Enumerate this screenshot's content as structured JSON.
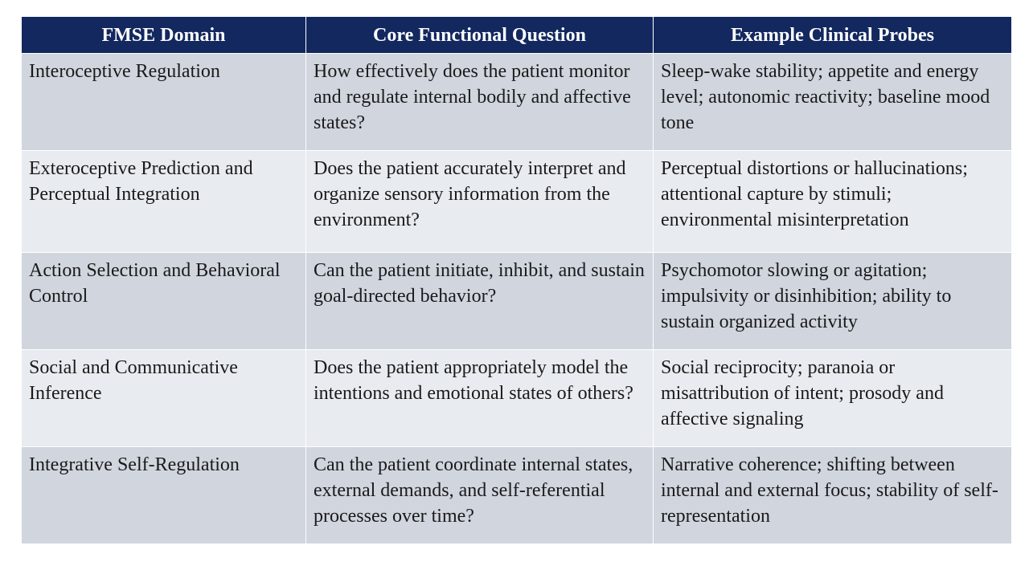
{
  "table": {
    "headers": [
      "FMSE Domain",
      "Core Functional Question",
      "Example Clinical Probes"
    ],
    "rows": [
      {
        "domain": "Interoceptive Regulation",
        "question": "How effectively does the patient monitor and regulate internal bodily and affective states?",
        "probes": "Sleep-wake stability; appetite and energy level; autonomic reactivity; baseline mood tone"
      },
      {
        "domain": "Exteroceptive Prediction and Perceptual Integration",
        "question": "Does the patient accurately interpret and organize sensory information from the environment?",
        "probes": "Perceptual distortions or hallucinations; attentional capture by stimuli; environmental misinterpretation"
      },
      {
        "domain": "Action Selection and Behavioral Control",
        "question": "Can the patient initiate, inhibit, and sustain goal-directed behavior?",
        "probes": "Psychomotor slowing or agitation; impulsivity or disinhibition; ability to sustain organized activity"
      },
      {
        "domain": "Social and Communicative Inference",
        "question": "Does the patient appropriately model the intentions and emotional states of others?",
        "probes": "Social reciprocity; paranoia or misattribution of intent; prosody and affective signaling"
      },
      {
        "domain": "Integrative Self-Regulation",
        "question": "Can the patient coordinate internal states, external demands, and self-referential processes over time?",
        "probes": "Narrative coherence; shifting between internal and external focus; stability of self-representation"
      }
    ]
  },
  "colors": {
    "header_bg": "#13285f",
    "header_text": "#ffffff",
    "row_dark": "#d0d5de",
    "row_light": "#e8ebf0"
  }
}
